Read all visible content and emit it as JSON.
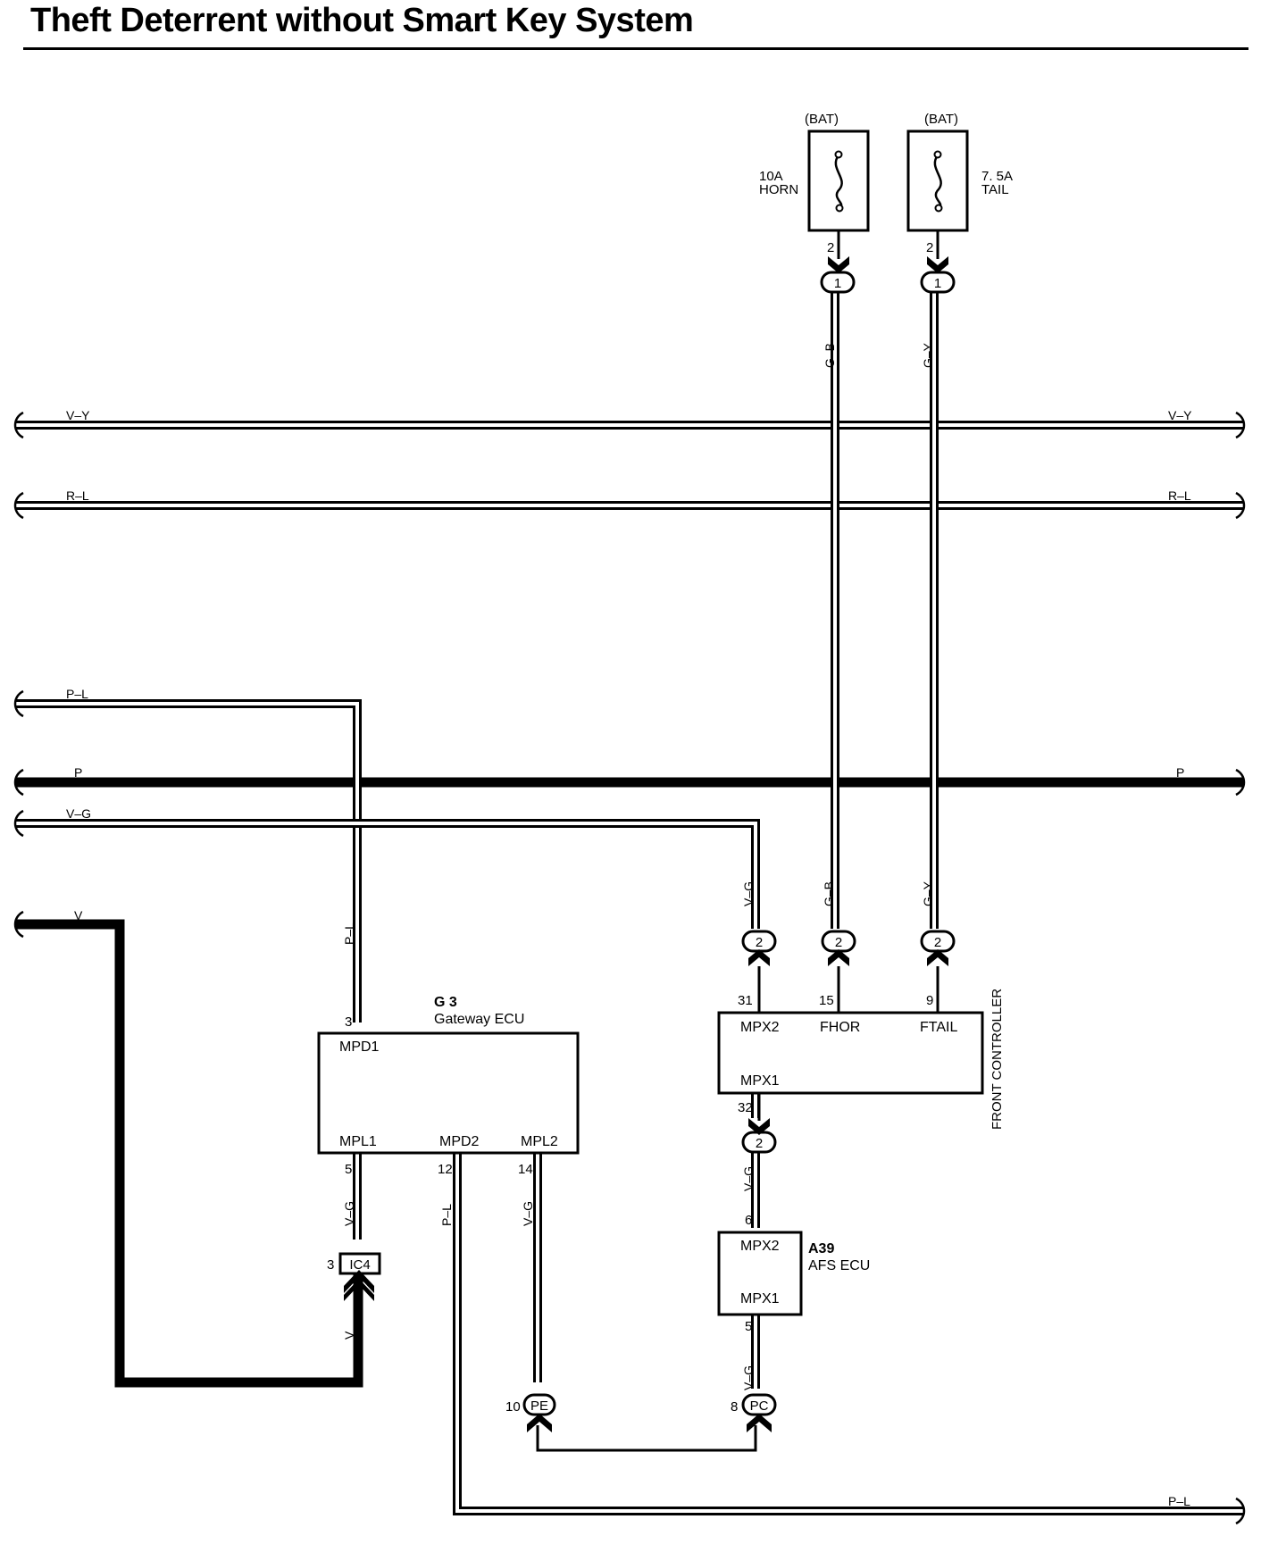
{
  "title": "Theft Deterrent without Smart Key System",
  "fuses": [
    {
      "source": "(BAT)",
      "rating": "10A",
      "name": "HORN",
      "pin": "2",
      "conn": "1",
      "wire": "G–B"
    },
    {
      "source": "(BAT)",
      "rating": "7. 5A",
      "name": "TAIL",
      "pin": "2",
      "conn": "1",
      "wire": "G–Y"
    }
  ],
  "buses": {
    "vy": "V–Y",
    "rl": "R–L",
    "pl": "P–L",
    "p": "P",
    "vg": "V–G",
    "v": "V",
    "pl_bottom": "P–L"
  },
  "gateway": {
    "code": "G 3",
    "name": "Gateway ECU",
    "mpd1": "MPD1",
    "mpd1_pin": "3",
    "mpl1": "MPL1",
    "mpl1_pin": "5",
    "mpd2": "MPD2",
    "mpd2_pin": "12",
    "mpl2": "MPL2",
    "mpl2_pin": "14"
  },
  "front": {
    "name": "FRONT CONTROLLER",
    "mpx2": "MPX2",
    "mpx2_pin": "31",
    "fhor": "FHOR",
    "fhor_pin": "15",
    "ftail": "FTAIL",
    "ftail_pin": "9",
    "mpx1": "MPX1",
    "mpx1_pin": "32"
  },
  "afs": {
    "code": "A39",
    "name": "AFS ECU",
    "mpx2": "MPX2",
    "mpx2_pin": "6",
    "mpx1": "MPX1",
    "mpx1_pin": "5"
  },
  "connectors": {
    "ic4": "IC4",
    "ic4_pin": "3",
    "pe": "PE",
    "pe_pin": "10",
    "pc": "PC",
    "pc_pin": "8",
    "two": "2"
  },
  "wires": {
    "vg": "V–G",
    "gb": "G–B",
    "gy": "G–Y",
    "pl": "P–L",
    "v": "V"
  }
}
